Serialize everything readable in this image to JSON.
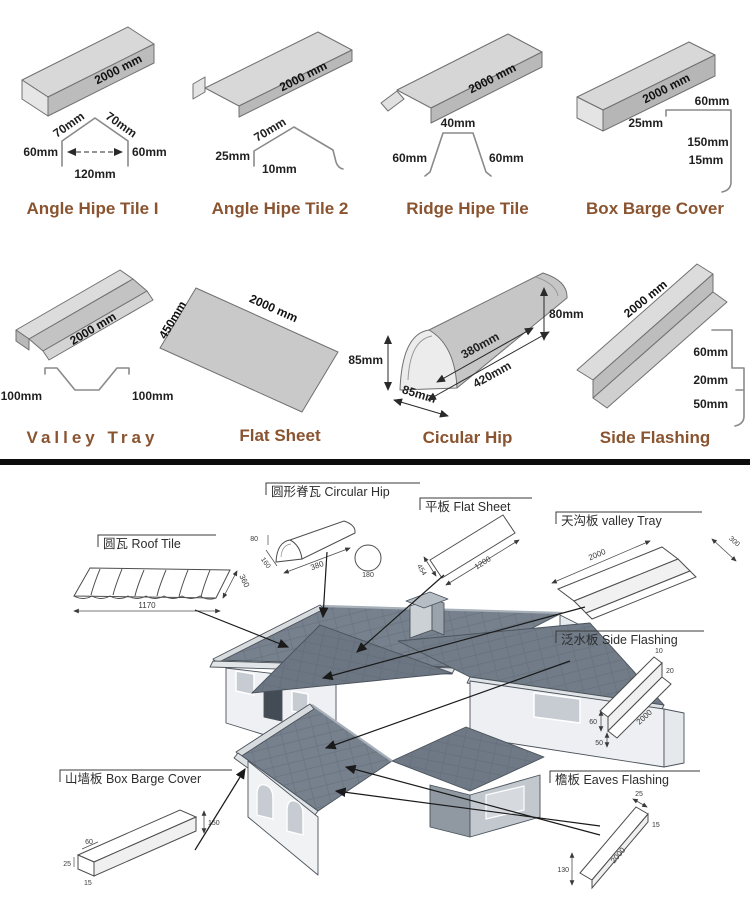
{
  "colors": {
    "title_brown": "#8a5430",
    "metal_light": "#d8d8d8",
    "metal_mid": "#bcbcbc",
    "roof_gray": "#76818d",
    "wall_white": "#f0f2f4",
    "divider_black": "#0d0d0d"
  },
  "top": {
    "products": [
      {
        "title": "Angle Hipe Tile I",
        "length": "2000 mm",
        "top_left": "70mm",
        "top_right": "70mm",
        "left": "60mm",
        "right": "60mm",
        "bottom": "120mm"
      },
      {
        "title": "Angle Hipe Tile 2",
        "length": "2000 mm",
        "top": "70mm",
        "left": "25mm",
        "inner": "10mm"
      },
      {
        "title": "Ridge Hipe Tile",
        "length": "2000 mm",
        "top": "40mm",
        "left": "60mm",
        "right": "60mm"
      },
      {
        "title": "Box Barge Cover",
        "length": "2000 mm",
        "d1": "60mm",
        "d2": "25mm",
        "d3": "150mm",
        "d4": "15mm"
      },
      {
        "title": "Valley Tray",
        "length": "2000 mm",
        "left": "100mm",
        "right": "100mm"
      },
      {
        "title": "Flat Sheet",
        "length": "2000 mm",
        "width": "450mm"
      },
      {
        "title": "Cicular Hip",
        "h_left": "85mm",
        "width": "85mm",
        "inner": "380mm",
        "outer": "420mm",
        "h_right": "80mm"
      },
      {
        "title": "Side Flashing",
        "length": "2000 mm",
        "d1": "60mm",
        "d2": "20mm",
        "d3": "50mm"
      }
    ]
  },
  "bottom": {
    "callouts": {
      "roof_tile": {
        "label": "圆瓦  Roof Tile",
        "width": "1170",
        "height": "360"
      },
      "circular_hip": {
        "label": "圆形脊瓦 Circular Hip",
        "length": "380",
        "diameter": "180",
        "d1": "80",
        "d2": "160"
      },
      "flat_sheet": {
        "label": "平板 Flat  Sheet",
        "length": "1200",
        "width": "454"
      },
      "valley_tray": {
        "label": "天沟板  valley  Tray",
        "length": "2000",
        "width": "300"
      },
      "side_flashing": {
        "label": "泛水板  Side  Flashing",
        "length": "2000",
        "d1": "10",
        "d2": "20",
        "d3": "60",
        "d4": "50"
      },
      "box_barge": {
        "label": "山墙板  Box Barge Cover",
        "d1": "150",
        "d2": "60",
        "d3": "25",
        "d4": "15"
      },
      "eaves_flashing": {
        "label": "檐板 Eaves  Flashing",
        "d1": "25",
        "d2": "15",
        "length": "2000",
        "height": "130"
      }
    }
  }
}
